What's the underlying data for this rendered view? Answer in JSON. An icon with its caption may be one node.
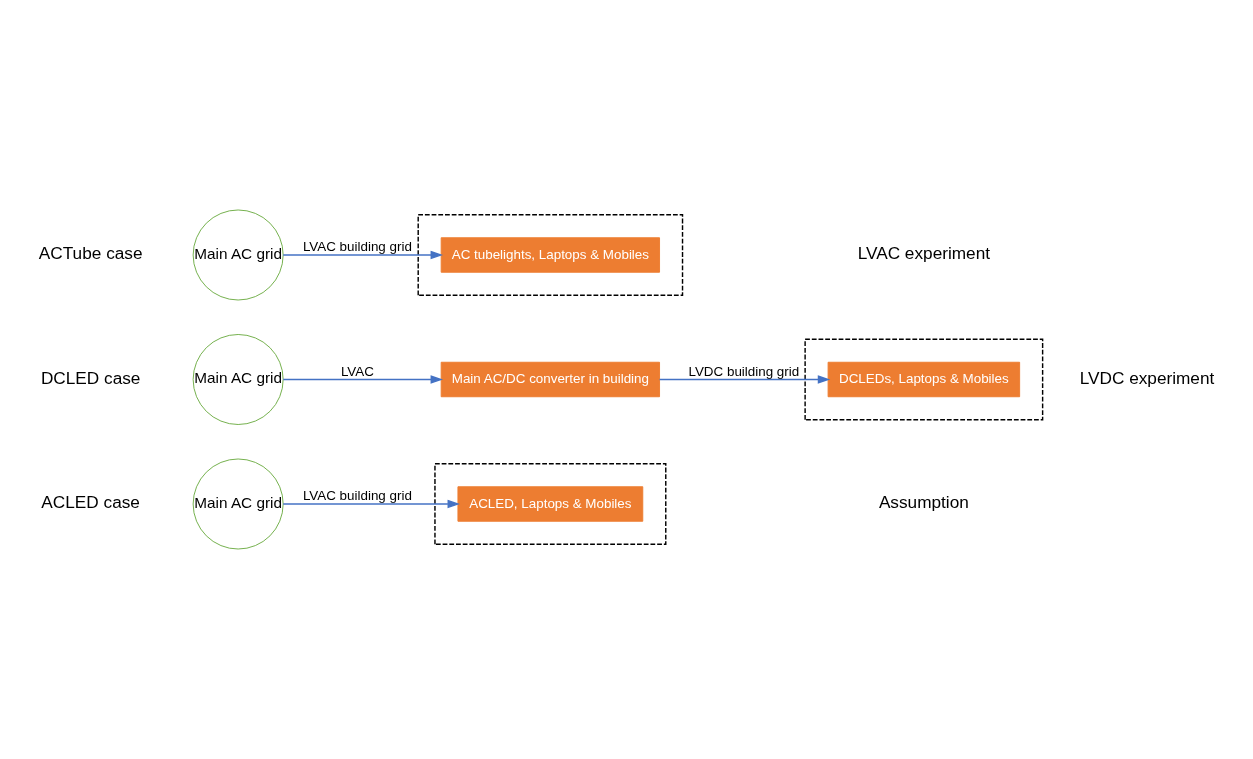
{
  "diagram": {
    "nodes": [
      {
        "text": [
          "Main AC grid"
        ]
      },
      {
        "text": [],
        "shape": "box"
      },
      {
        "text": [
          "AC tubelights, Laptops & Mobiles"
        ],
        "in": 1
      },
      {
        "text": [
          "Main AC grid"
        ]
      },
      {
        "text": [
          "Main AC/DC converter in building"
        ]
      },
      {
        "text": [],
        "shape": "box"
      },
      {
        "text": [
          "DCLEDs, Laptops & Mobiles"
        ],
        "in": 5
      },
      {
        "text": [
          "Main AC grid"
        ]
      },
      {
        "text": [],
        "shape": "box"
      },
      {
        "text": [
          "ACLED, Laptops & Mobiles"
        ],
        "in": 8
      }
    ],
    "edges": [
      {
        "from": 0,
        "to": 2,
        "arrow": "to",
        "label": "LVAC building grid"
      },
      {
        "from": 3,
        "to": 4,
        "arrow": "to",
        "label": "LVAC"
      },
      {
        "from": 4,
        "to": 6,
        "arrow": "to",
        "label": "LVDC building grid"
      },
      {
        "from": 7,
        "to": 9,
        "arrow": "to",
        "label": "LVAC building grid"
      }
    ],
    "labels": [
      "ACTube case",
      "LVAC experiment",
      "DCLED case",
      "LVDC experiment",
      "ACLED case",
      "Assumption"
    ]
  }
}
